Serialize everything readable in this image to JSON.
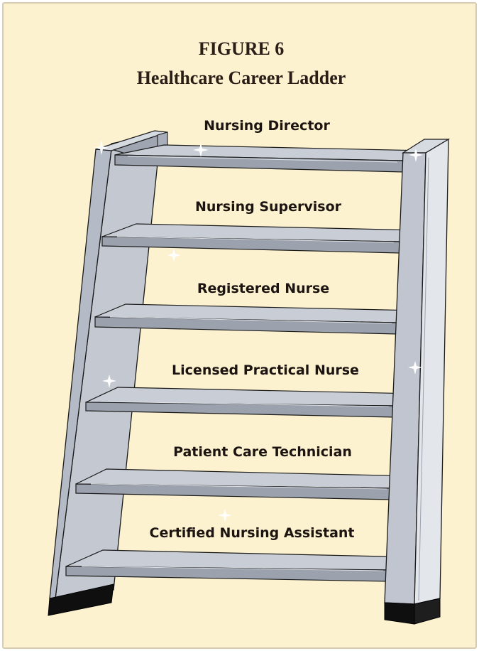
{
  "figure": {
    "number_label": "FIGURE 6",
    "title": "Healthcare Career Ladder"
  },
  "ladder": {
    "rungs_top_to_bottom": [
      "Nursing Director",
      "Nursing Supervisor",
      "Registered Nurse",
      "Licensed Practical Nurse",
      "Patient Care Technician",
      "Certified Nursing Assistant"
    ]
  },
  "colors": {
    "background": "#fdf2d0",
    "border": "#d8ccb0",
    "rail_face": "#c5cad3",
    "rail_side": "#a7adb8",
    "rung_top": "#c9ced6",
    "rung_front": "#9ba2ad",
    "outline": "#1a1a1a",
    "feet": "#0f0f0f"
  }
}
